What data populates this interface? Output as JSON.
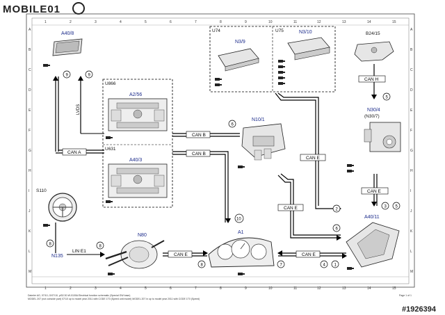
{
  "header": {
    "logo": "MOBILE01"
  },
  "column_numbers": [
    "1",
    "2",
    "3",
    "4",
    "5",
    "6",
    "7",
    "8",
    "9",
    "10",
    "11",
    "12",
    "13",
    "14",
    "15"
  ],
  "row_letters": [
    "A",
    "B",
    "C",
    "D",
    "E",
    "F",
    "G",
    "H",
    "I",
    "J",
    "K",
    "L",
    "M"
  ],
  "components": {
    "a40_8": "A40/8",
    "u866": "U866",
    "a2_56": "A2/56",
    "u631": "U631",
    "a40_3": "A40/3",
    "u74": "U74",
    "n3_9": "N3/9",
    "u75": "U75",
    "n3_10": "N3/10",
    "b24_15": "B24/15",
    "n10_1": "N10/1",
    "n30_4": "N30/4",
    "n30_7": "(N30/7)",
    "s110": "S110",
    "n135": "N135",
    "n80": "N80",
    "a1": "A1",
    "a40_11": "A40/11"
  },
  "bus_labels": {
    "can_a": "CAN A",
    "can_b_1": "CAN B",
    "can_b_2": "CAN B",
    "can_e_1": "CAN E",
    "can_e_2": "CAN E",
    "can_e_3": "CAN E",
    "can_e_4": "CAN E",
    "can_e_5": "CAN E",
    "can_h": "CAN H",
    "lvds": "LVDS",
    "lin_e1": "LIN E1"
  },
  "callouts": {
    "c9a": "9",
    "c9b": "9",
    "c6": "6",
    "c5a": "5",
    "c3": "3",
    "c5b": "5",
    "c2": "2",
    "c6b": "6",
    "c10": "10",
    "c8a": "8",
    "c8b": "8",
    "c8c": "8",
    "c7": "7",
    "c4": "4",
    "c1": "1"
  },
  "footer": {
    "line1": "Daimler AG, 07/10, G/07/10, pl32.30-W-0100A Electrical function schematic (Special GW base)",
    "line2": "MODEL 207 (not coincide part) 07/10 up to model year 2011 with CODE 1T0 (Speed unit model) MODEL 207 in up to model year 2011 with CODE 1T0 (Speed)",
    "page": "Page 1 of 1",
    "watermark": "#1926394"
  }
}
